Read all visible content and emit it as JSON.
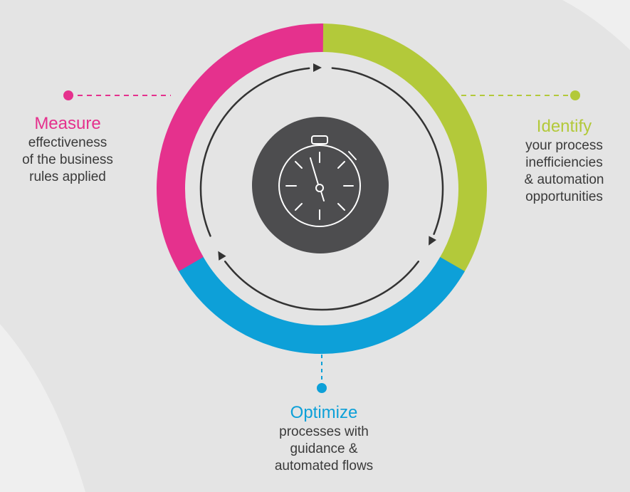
{
  "colors": {
    "background": "#e4e4e4",
    "background_light": "#efefef",
    "measure": "#e5318d",
    "identify": "#b3c93a",
    "optimize": "#0da0d8",
    "center": "#4d4d4f",
    "arrows": "#333333"
  },
  "center_icon": "stopwatch-icon",
  "stages": {
    "measure": {
      "title": "Measure",
      "lines": [
        "effectiveness",
        "of the business",
        "rules applied"
      ]
    },
    "identify": {
      "title": "Identify",
      "lines": [
        "your process",
        "inefficiencies",
        "& automation",
        "opportunities"
      ]
    },
    "optimize": {
      "title": "Optimize",
      "lines": [
        "processes with",
        "guidance &",
        "automated flows"
      ]
    }
  }
}
